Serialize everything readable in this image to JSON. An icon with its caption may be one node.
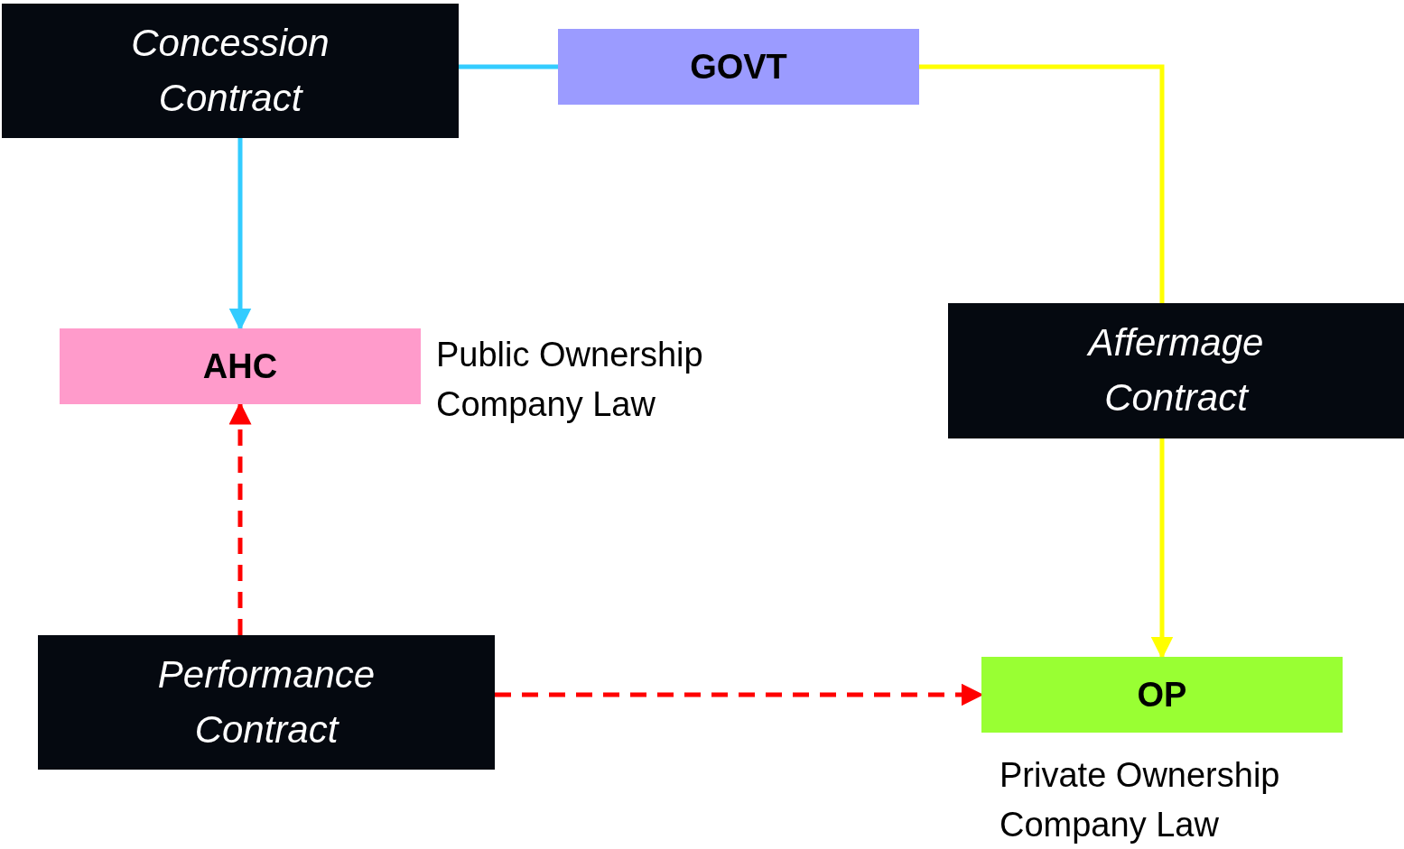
{
  "diagram": {
    "nodes": [
      {
        "text": [
          "Concession Contract"
        ]
      },
      {
        "text": [
          "GOVT"
        ]
      },
      {
        "text": [
          "AHC"
        ],
        "beside": [
          "Public Ownership Company Law"
        ]
      },
      {
        "text": [
          "Affermage Contract"
        ]
      },
      {
        "text": [
          "Performance Contract"
        ]
      },
      {
        "text": [
          "OP"
        ],
        "beside": [
          "Private Ownership Company Law"
        ]
      }
    ],
    "edges": [
      {
        "from": 1,
        "to": 0,
        "arrow": "none",
        "color": "#33ccff"
      },
      {
        "from": 0,
        "to": 2,
        "arrow": "to",
        "color": "#33ccff"
      },
      {
        "from": 1,
        "to": 3,
        "arrow": "none",
        "color": "#ffff00"
      },
      {
        "from": 3,
        "to": 5,
        "arrow": "to",
        "color": "#ffff00"
      },
      {
        "from": 4,
        "to": 2,
        "arrow": "to",
        "style": "dashed",
        "color": "#ff0000"
      },
      {
        "from": 4,
        "to": 5,
        "arrow": "to",
        "style": "dashed",
        "color": "#ff0000"
      }
    ]
  }
}
